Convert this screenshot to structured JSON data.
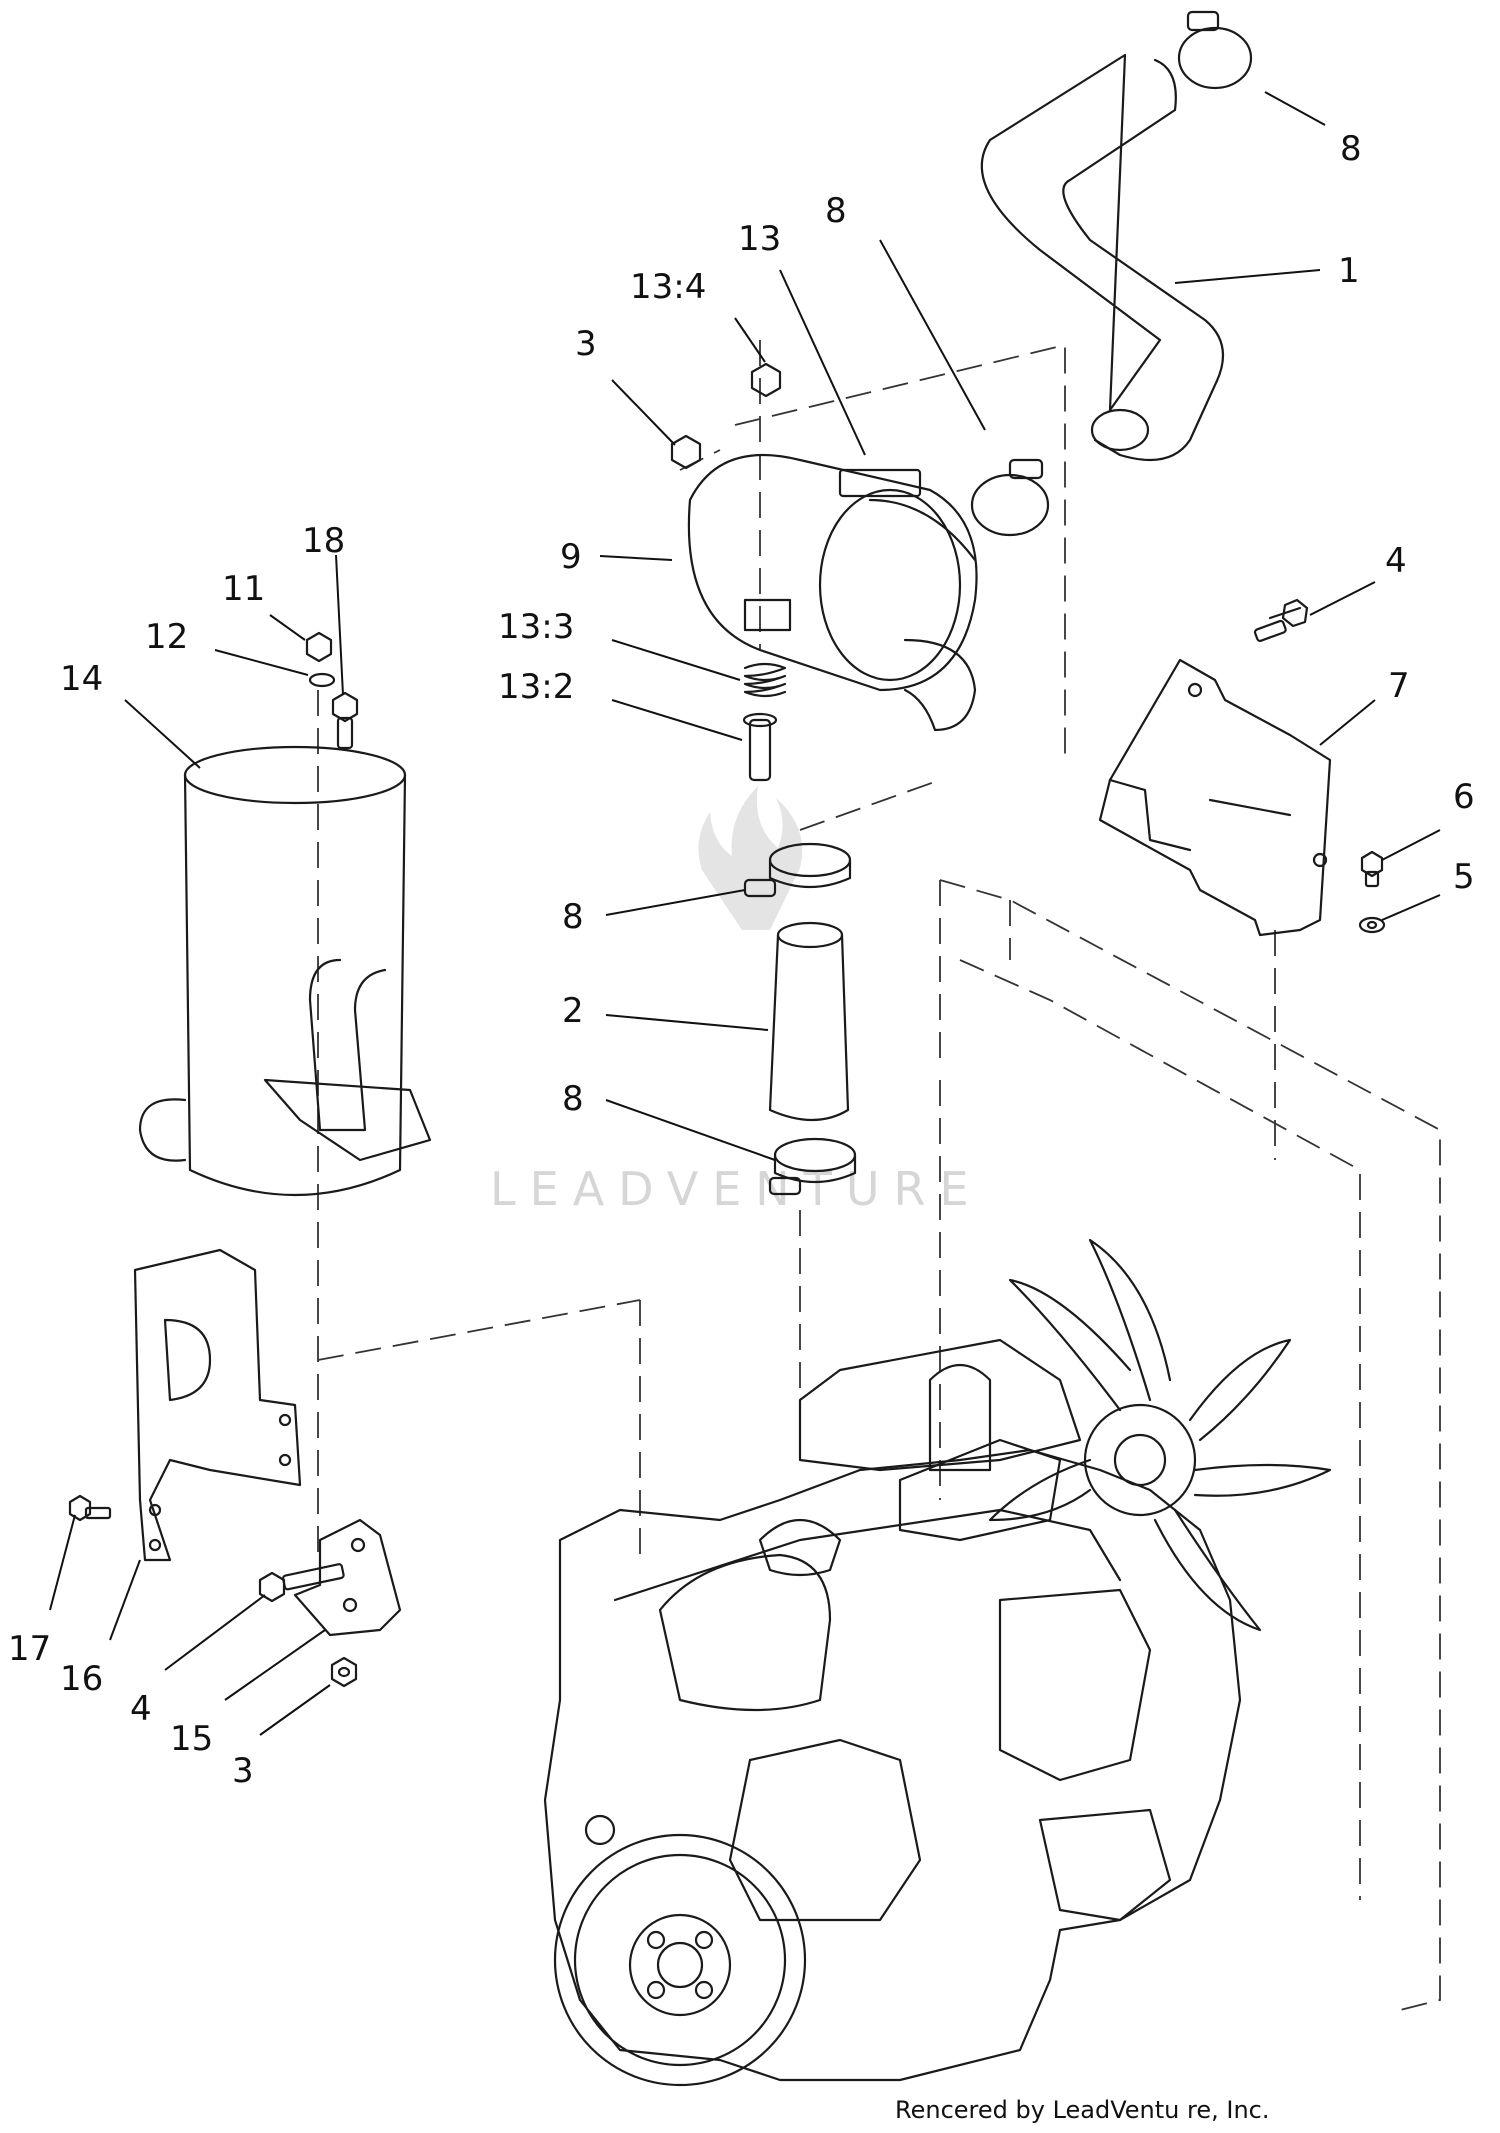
{
  "watermark": "LEADVENTURE",
  "credit": "Rencered by LeadVentu re, Inc.",
  "labels": [
    {
      "text": "8"
    },
    {
      "text": "1"
    },
    {
      "text": "13"
    },
    {
      "text": "8"
    },
    {
      "text": "13:4"
    },
    {
      "text": "3"
    },
    {
      "text": "9"
    },
    {
      "text": "13:3"
    },
    {
      "text": "13:2"
    },
    {
      "text": "18"
    },
    {
      "text": "11"
    },
    {
      "text": "12"
    },
    {
      "text": "14"
    },
    {
      "text": "4"
    },
    {
      "text": "7"
    },
    {
      "text": "6"
    },
    {
      "text": "5"
    },
    {
      "text": "8"
    },
    {
      "text": "2"
    },
    {
      "text": "8"
    },
    {
      "text": "17"
    },
    {
      "text": "16"
    },
    {
      "text": "4"
    },
    {
      "text": "15"
    },
    {
      "text": "3"
    }
  ]
}
